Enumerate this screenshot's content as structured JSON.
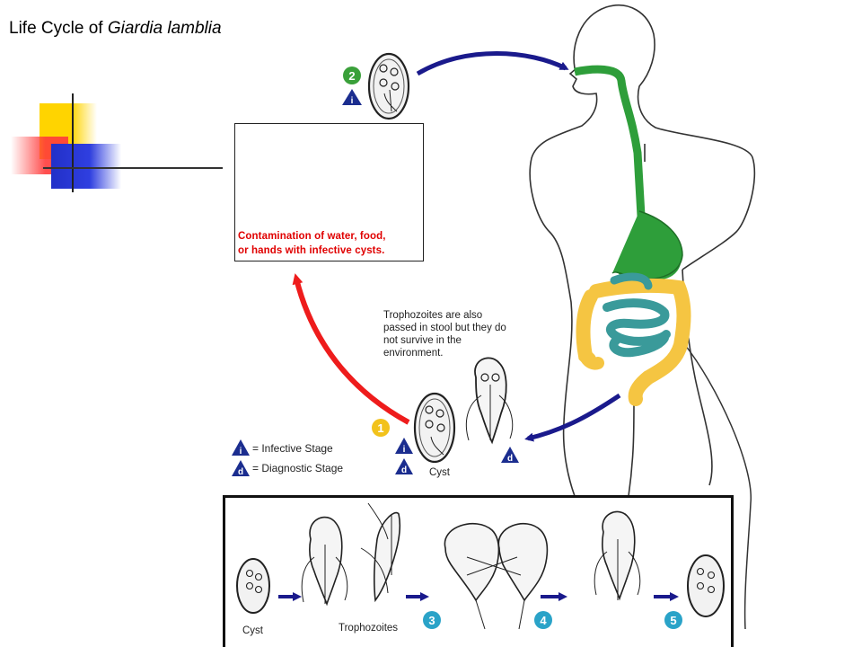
{
  "title": {
    "prefix": "Life Cycle of ",
    "organism": "Giardia lamblia"
  },
  "contamination": {
    "line1": "Contamination of water, food,",
    "line2": "or hands  with infective cysts."
  },
  "trophozoite_note": "Trophozoites are also passed in stool but they do not survive in the environment.",
  "legend": {
    "infective_symbol": "i",
    "infective_label": "= Infective Stage",
    "diagnostic_symbol": "d",
    "diagnostic_label": "= Diagnostic Stage"
  },
  "stage_labels": {
    "cyst": "Cyst",
    "cyst_bottom": "Cyst",
    "trophozoites": "Trophozoites"
  },
  "step_numbers": {
    "one": "1",
    "two": "2",
    "three": "3",
    "four": "4",
    "five": "5"
  },
  "colors": {
    "arrow_blue": "#1a1a8c",
    "arrow_red": "#ee1c1c",
    "digestive_green": "#2e9e3a",
    "intestine_teal": "#3a9a9a",
    "colon_yellow": "#f5c542",
    "step_yellow": "#f2c21b",
    "step_green": "#3aa03a",
    "step_blue": "#2aa3c8",
    "badge_navy": "#1b2d8f"
  }
}
